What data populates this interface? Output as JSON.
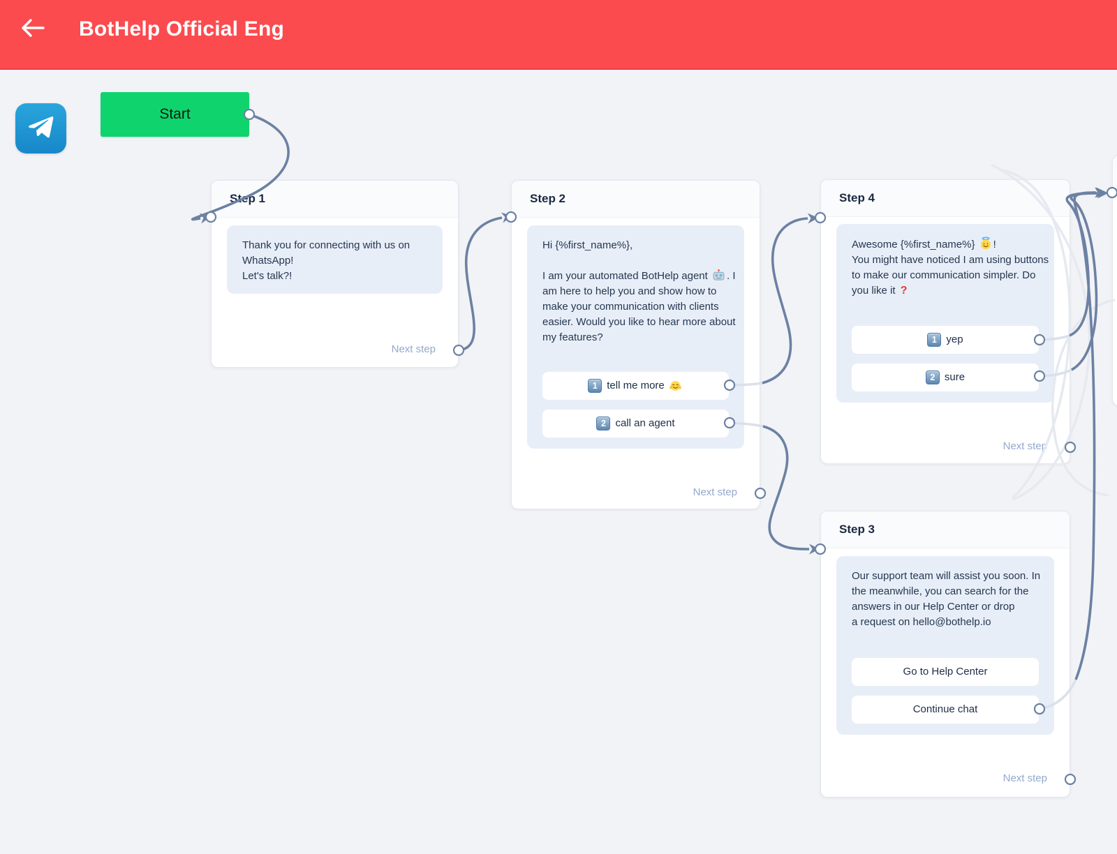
{
  "header": {
    "back_icon": "arrow-left",
    "title": "BotHelp Official Eng"
  },
  "channel": {
    "icon": "telegram"
  },
  "start_node": {
    "label": "Start"
  },
  "steps": [
    {
      "title": "Step 1",
      "message_lines": [
        "Thank you for connecting with us on",
        "WhatsApp!",
        "Let's talk?!"
      ],
      "buttons": [],
      "next_label": "Next step"
    },
    {
      "title": "Step 2",
      "message_lines": [
        "Hi {%first_name%},",
        "",
        "I am your automated BotHelp agent [[robot]].  I",
        "am here to help you and show how to",
        "make your communication with clients",
        "easier. Would you like to hear more about",
        "my features?"
      ],
      "buttons": [
        {
          "keycap": "1",
          "label": "tell me more",
          "emoji": "hugging-face"
        },
        {
          "keycap": "2",
          "label": "call an agent"
        }
      ],
      "next_label": "Next step"
    },
    {
      "title": "Step 4",
      "message_lines": [
        "Awesome {%first_name%} [[halo]]!",
        "You might have noticed I am using buttons",
        "to make our communication simpler. Do",
        "you like it [[redq]]"
      ],
      "buttons": [
        {
          "keycap": "1",
          "label": "yep"
        },
        {
          "keycap": "2",
          "label": "sure"
        }
      ],
      "next_label": "Next step"
    },
    {
      "title": "Step 3",
      "message_lines": [
        "Our support team will assist you soon. In",
        "the meanwhile, you can search for the",
        "answers in our Help Center  or drop",
        "a request on  hello@bothelp.io"
      ],
      "buttons": [
        {
          "label": "Go to Help Center"
        },
        {
          "label": "Continue chat"
        }
      ],
      "next_label": "Next step"
    }
  ],
  "colors": {
    "header_red": "#fb4b4f",
    "start_green": "#0fd46e",
    "telegram_blue": "#1d95d4",
    "edge": "#6c81a3",
    "edge_faint": "#e6e9f0",
    "edge_stub": "#dbe1ea",
    "bubble": "#e8eef8",
    "next_step_text": "#93a9cd"
  }
}
